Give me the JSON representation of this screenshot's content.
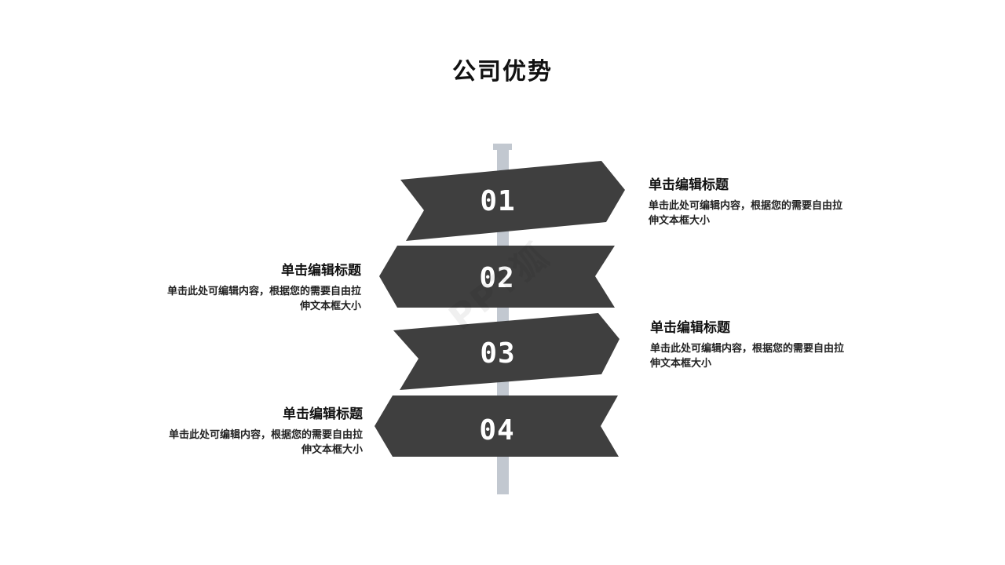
{
  "page": {
    "title": "公司优势"
  },
  "steps": [
    {
      "number": "01",
      "heading": "单击编辑标题",
      "body": "单击此处可编辑内容，根据您的需要自由拉伸文本框大小"
    },
    {
      "number": "02",
      "heading": "单击编辑标题",
      "body": "单击此处可编辑内容，根据您的需要自由拉伸文本框大小"
    },
    {
      "number": "03",
      "heading": "单击编辑标题",
      "body": "单击此处可编辑内容，根据您的需要自由拉伸文本框大小"
    },
    {
      "number": "04",
      "heading": "单击编辑标题",
      "body": "单击此处可编辑内容，根据您的需要自由拉伸文本框大小"
    }
  ],
  "watermark": "PPT狐",
  "colors": {
    "sign": "#3f3f3f",
    "pole": "#c2c8d0",
    "text": "#111111"
  }
}
